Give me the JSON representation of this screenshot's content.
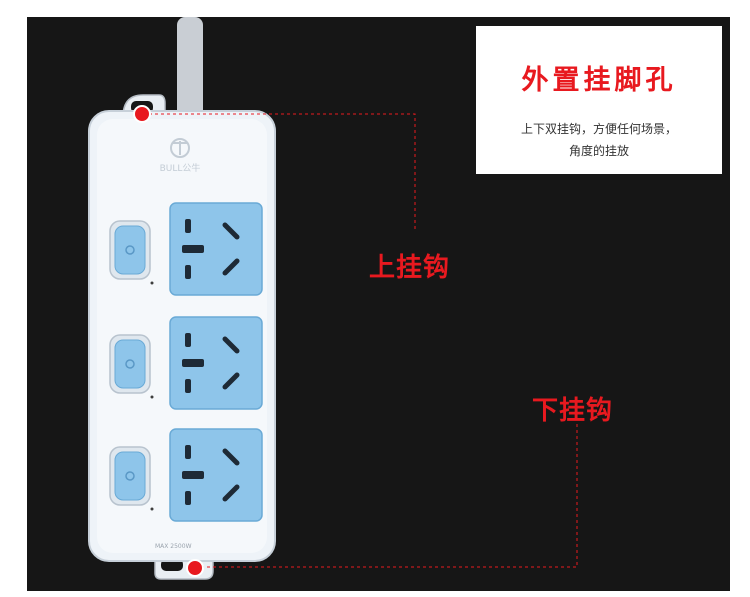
{
  "panel": {
    "title": "外置挂脚孔",
    "line1": "上下双挂钩，方便任何场景，",
    "line2": "角度的挂放"
  },
  "labels": {
    "top_hook": "上挂钩",
    "bottom_hook": "下挂钩"
  },
  "product": {
    "brand": "BULL公牛",
    "rating": "MAX 2500W",
    "outlet_count": 3
  },
  "colors": {
    "accent": "#e8191f",
    "socket_blue": "#8ec5ea",
    "body": "#eef3f8"
  }
}
